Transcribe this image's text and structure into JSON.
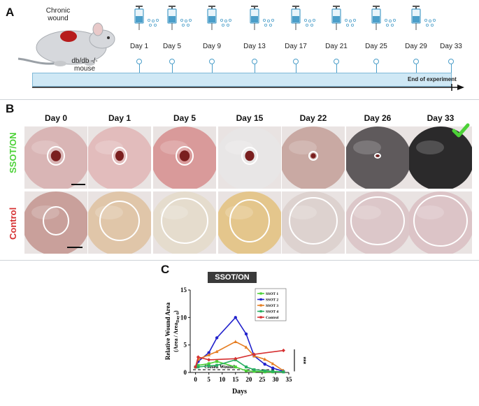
{
  "panelA": {
    "letter": "A",
    "wound_label": "Chronic\nwound",
    "mouse_label": "db/db -/-\nmouse",
    "days": [
      "Day 1",
      "Day 5",
      "Day 9",
      "Day 13",
      "Day 17",
      "Day 21",
      "Day 25",
      "Day 29",
      "Day 33"
    ],
    "end_label": "End of experiment",
    "colors": {
      "bar_fill": "#cfe8f5",
      "bar_border": "#7fb9d8",
      "syringe": "#4b9ec9"
    }
  },
  "panelB": {
    "letter": "B",
    "days": [
      "Day 0",
      "Day 1",
      "Day 5",
      "Day 15",
      "Day 22",
      "Day 26",
      "Day 33"
    ],
    "row_treated": "SSOT/ON",
    "row_control": "Control",
    "colors": {
      "treated": "#4cd137",
      "control": "#d63031"
    }
  },
  "panelC": {
    "letter": "C",
    "title": "SSOT/ON",
    "annotation": "Closed Wound",
    "significance": "***"
  },
  "chart_data": {
    "type": "line",
    "title": "SSOT/ON",
    "xlabel": "Days",
    "ylabel": "Relative Wound Area",
    "ylabel2": "(Area / Area",
    "ylabel2_sub": "Day 0",
    "ylabel2_end": ")",
    "xlim": [
      -2,
      35
    ],
    "ylim": [
      0,
      15
    ],
    "xticks": [
      0,
      5,
      10,
      15,
      20,
      25,
      30,
      35
    ],
    "yticks": [
      0,
      5,
      10,
      15
    ],
    "legend_position": "top-right",
    "series": [
      {
        "name": "SSOT 1",
        "color": "#4cd137",
        "x": [
          0,
          1,
          5,
          8,
          15,
          19,
          22,
          26,
          29,
          33
        ],
        "y": [
          1.0,
          1.3,
          1.6,
          2.0,
          1.0,
          0.3,
          0.2,
          0.1,
          0.1,
          0.1
        ]
      },
      {
        "name": "SSOT 2",
        "color": "#2222cc",
        "x": [
          0,
          1,
          5,
          8,
          15,
          19,
          22,
          26,
          29,
          33
        ],
        "y": [
          1.0,
          2.0,
          3.6,
          6.3,
          10.0,
          7.0,
          3.0,
          1.5,
          0.8,
          0.2
        ]
      },
      {
        "name": "SSOT 3",
        "color": "#e67e22",
        "x": [
          0,
          1,
          5,
          8,
          15,
          19,
          22,
          26,
          29,
          33
        ],
        "y": [
          1.0,
          2.4,
          3.2,
          3.8,
          5.6,
          4.6,
          3.0,
          2.4,
          1.6,
          0.3
        ]
      },
      {
        "name": "SSOT 4",
        "color": "#27ae60",
        "x": [
          0,
          1,
          5,
          8,
          15,
          19,
          22,
          26,
          29,
          33
        ],
        "y": [
          1.0,
          1.0,
          1.2,
          1.3,
          2.3,
          1.0,
          0.5,
          0.3,
          0.2,
          0.1
        ]
      },
      {
        "name": "Control",
        "color": "#d63031",
        "x": [
          0,
          1,
          5,
          15,
          22,
          33
        ],
        "y": [
          1.0,
          2.8,
          2.3,
          2.5,
          3.3,
          4.0
        ]
      }
    ]
  }
}
